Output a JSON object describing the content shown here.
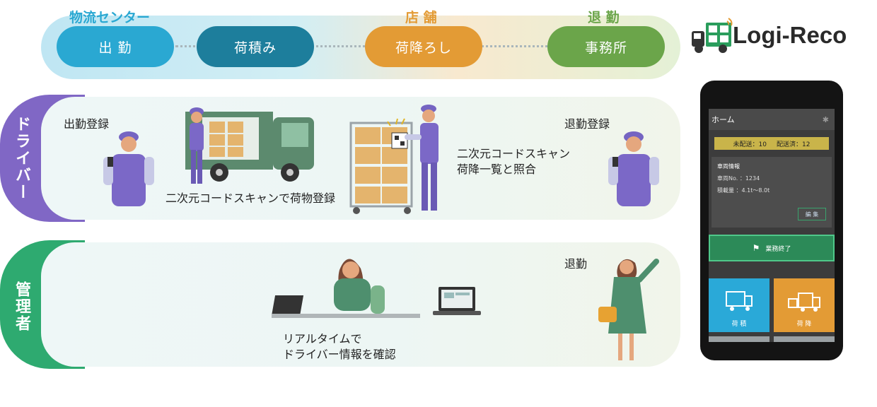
{
  "flow": {
    "steps": [
      {
        "caption": "物流センター",
        "label": "出 勤"
      },
      {
        "caption": "",
        "label": "荷積み"
      },
      {
        "caption": "店 舗",
        "label": "荷降ろし"
      },
      {
        "caption": "退 勤",
        "label": "事務所"
      }
    ]
  },
  "logo": {
    "text": "Logi-Reco"
  },
  "driver": {
    "role": "ドライバー",
    "clock_in": "出勤登録",
    "load_caption": "二次元コードスキャンで荷物登録",
    "unload_line1": "二次元コードスキャン",
    "unload_line2": "荷降一覧と照合",
    "clock_out": "退勤登録"
  },
  "admin": {
    "role": "管理者",
    "clock_out": "退勤",
    "monitor_line1": "リアルタイムで",
    "monitor_line2": "ドライバー情報を確認"
  },
  "phone": {
    "header_title": "ホーム",
    "status_unsent": "未配送：10",
    "status_sent": "配送済：12",
    "vehicle_title": "車両情報",
    "vehicle_no": "車両No. ：1234",
    "vehicle_load": "積載量 ：4.1t～8.0t",
    "edit_label": "編 集",
    "finish_label": "業務終了",
    "tile_load": "荷 積",
    "tile_unload": "荷 降"
  },
  "colors": {
    "cyan": "#2aa8d2",
    "teal": "#1d7e9c",
    "orange": "#e39b35",
    "green": "#6ba54a",
    "driver_purple": "#8067c5",
    "admin_green": "#2eaa70"
  }
}
